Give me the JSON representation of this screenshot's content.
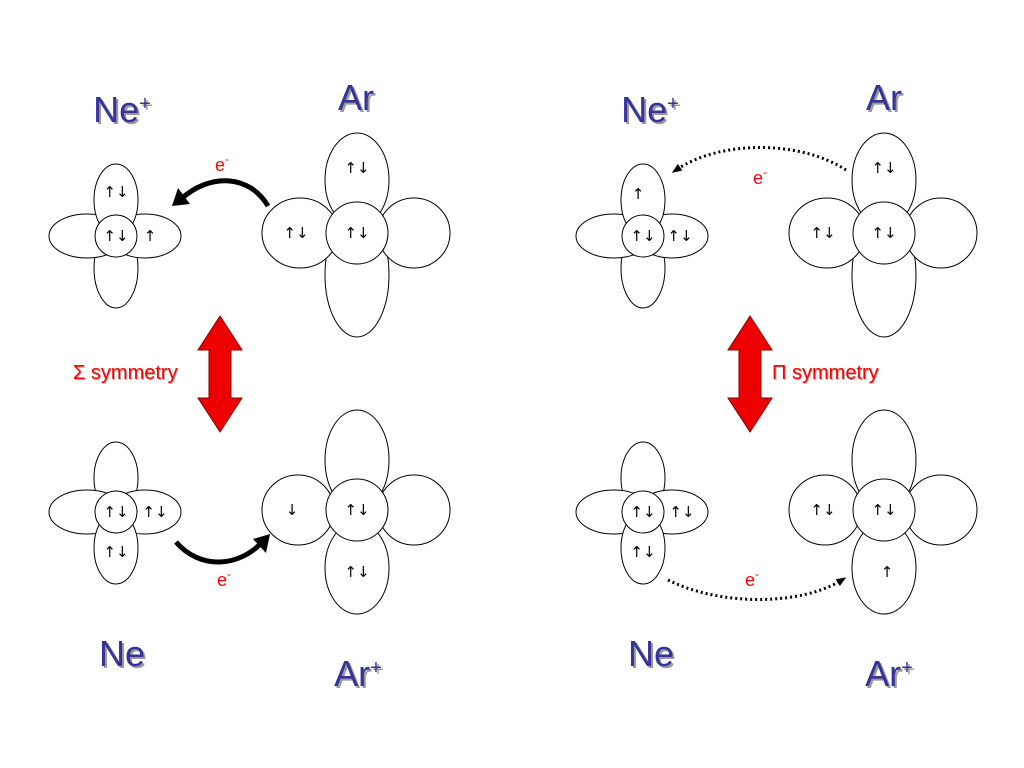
{
  "left_panel": {
    "top_left_label": {
      "base": "Ne",
      "charge": "+"
    },
    "top_right_label": {
      "base": "Ar",
      "charge": ""
    },
    "bottom_left_label": {
      "base": "Ne",
      "charge": ""
    },
    "bottom_right_label": {
      "base": "Ar",
      "charge": "+"
    },
    "symmetry_symbol": "Σ",
    "symmetry_word": " symmetry",
    "electron_top": {
      "base": "e",
      "sup": "-"
    },
    "electron_bottom": {
      "base": "e",
      "sup": "-"
    },
    "spins": {
      "ne_plus": {
        "top": "↑↓",
        "center": "↑↓",
        "right": "↑"
      },
      "ar": {
        "left": "↑↓",
        "center": "↑↓",
        "top": "↑↓"
      },
      "ne": {
        "center": "↑↓",
        "right": "↑↓",
        "bottom": "↑↓"
      },
      "ar_plus": {
        "left": "↓",
        "center": "↑↓",
        "bottom": "↑↓"
      }
    }
  },
  "right_panel": {
    "top_left_label": {
      "base": "Ne",
      "charge": "+"
    },
    "top_right_label": {
      "base": "Ar",
      "charge": ""
    },
    "bottom_left_label": {
      "base": "Ne",
      "charge": ""
    },
    "bottom_right_label": {
      "base": "Ar",
      "charge": "+"
    },
    "symmetry_symbol": "Π",
    "symmetry_word": " symmetry",
    "electron_top": {
      "base": "e",
      "sup": "-"
    },
    "electron_bottom": {
      "base": "e",
      "sup": "-"
    },
    "spins": {
      "ne_plus": {
        "top": "↑",
        "center": "↑↓",
        "right": "↑↓"
      },
      "ar": {
        "top": "↑↓",
        "left": "↑↓",
        "center": "↑↓"
      },
      "ne": {
        "center": "↑↓",
        "right": "↑↓",
        "bottom": "↑↓"
      },
      "ar_plus": {
        "left": "↑↓",
        "center": "↑↓",
        "bottom": "↑"
      }
    }
  },
  "colors": {
    "atom_label": "#333399",
    "electron": "#ff0000",
    "arrow_fill": "#ee0000",
    "outline": "#000000"
  }
}
